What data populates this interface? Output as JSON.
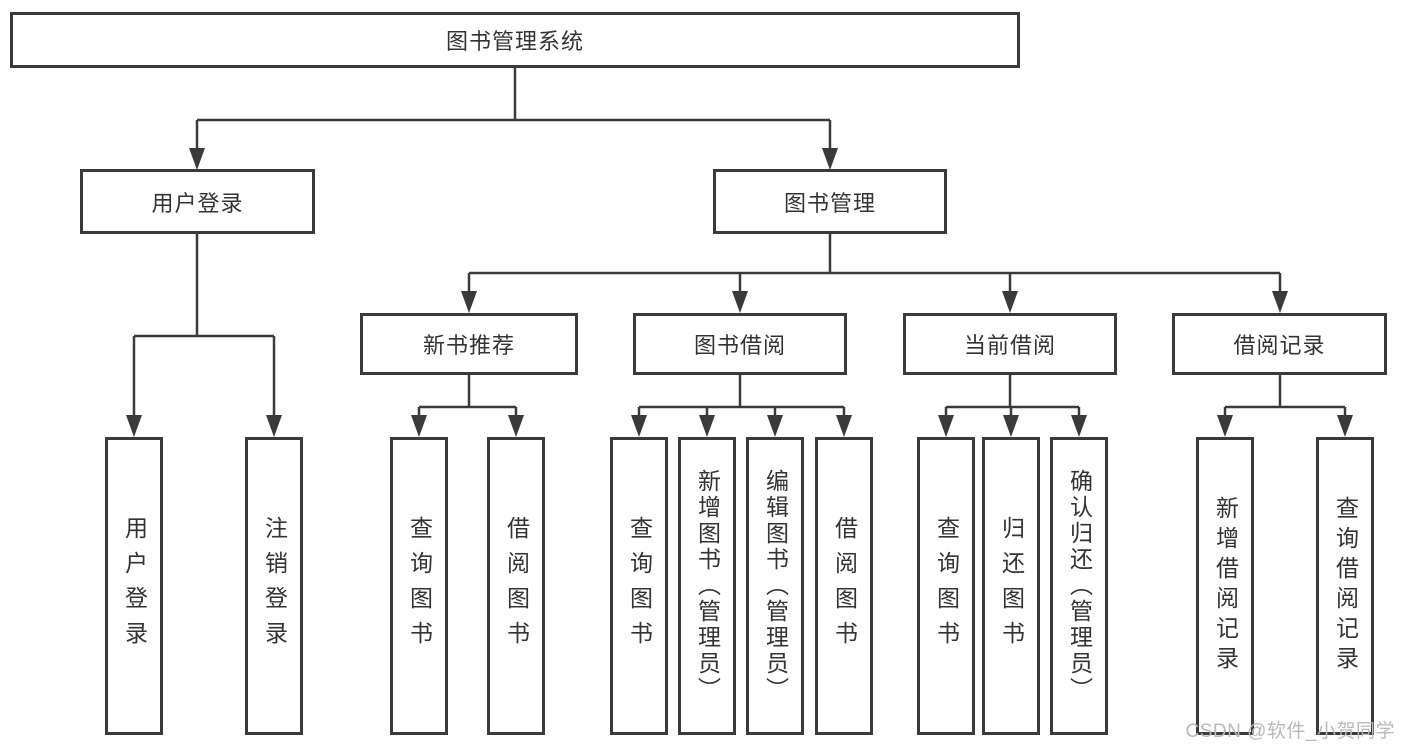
{
  "root": {
    "label": "图书管理系统"
  },
  "branches": {
    "user_login": {
      "label": "用户登录",
      "children": [
        "用户登录",
        "注销登录"
      ]
    },
    "book_mgmt": {
      "label": "图书管理",
      "sections": {
        "new_books": {
          "label": "新书推荐",
          "children": [
            "查询图书",
            "借阅图书"
          ]
        },
        "borrowing": {
          "label": "图书借阅",
          "children": [
            "查询图书",
            "新增图书（管理员）",
            "编辑图书（管理员）",
            "借阅图书"
          ]
        },
        "current": {
          "label": "当前借阅",
          "children": [
            "查询图书",
            "归还图书",
            "确认归还（管理员）"
          ]
        },
        "records": {
          "label": "借阅记录",
          "children": [
            "新增借阅记录",
            "查询借阅记录"
          ]
        }
      }
    }
  },
  "watermark": "CSDN @软件_小贺同学",
  "colors": {
    "line": "#3a3a3a",
    "border": "#3a3a3a",
    "text": "#333333",
    "watermark": "#b9b9b9",
    "background": "#ffffff"
  }
}
